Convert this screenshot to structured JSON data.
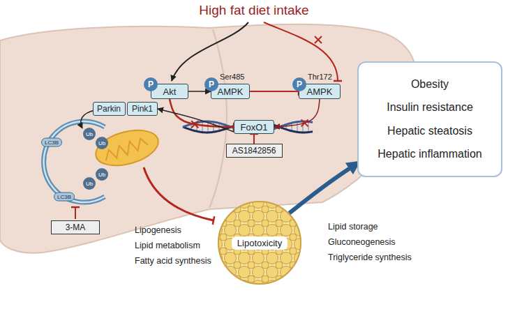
{
  "diagram": {
    "title": "High fat diet intake",
    "nodes": [
      {
        "text": [
          "Akt"
        ]
      },
      {
        "text": [
          "Ser485",
          "AMPK"
        ]
      },
      {
        "text": [
          "Thr172",
          "AMPK"
        ]
      },
      {
        "text": [
          "FoxO1"
        ]
      },
      {
        "text": [
          "Parkin"
        ]
      },
      {
        "text": [
          "Pink1"
        ]
      },
      {
        "text": [
          "AS1842856"
        ]
      },
      {
        "text": [
          "3-MA"
        ]
      },
      {
        "text": [
          "Lipotoxicity"
        ]
      },
      {
        "text": [
          "Obesity",
          "Insulin resistance",
          "Hepatic steatosis",
          "Hepatic inflammation"
        ]
      }
    ],
    "edges": [
      {
        "from": 0,
        "to": 1,
        "arrow": "to"
      },
      {
        "from": 1,
        "to": 2,
        "arrow": "to"
      },
      {
        "from": 0,
        "to": 3,
        "arrow": "to"
      },
      {
        "from": 2,
        "to": 3,
        "arrow": "to"
      },
      {
        "from": 3,
        "to": 5,
        "arrow": "to"
      },
      {
        "from": 6,
        "to": 3,
        "arrow": "to"
      },
      {
        "from": 8,
        "to": 9,
        "arrow": "to"
      }
    ],
    "labels": [
      "P",
      "P",
      "P",
      "Ub",
      "Ub",
      "Ub",
      "Ub",
      "LC3B",
      "LC3B",
      "Lipogenesis",
      "Lipid metabolism",
      "Fatty acid synthesis",
      "Lipid storage",
      "Gluconeogenesis",
      "Triglyceride synthesis"
    ]
  }
}
